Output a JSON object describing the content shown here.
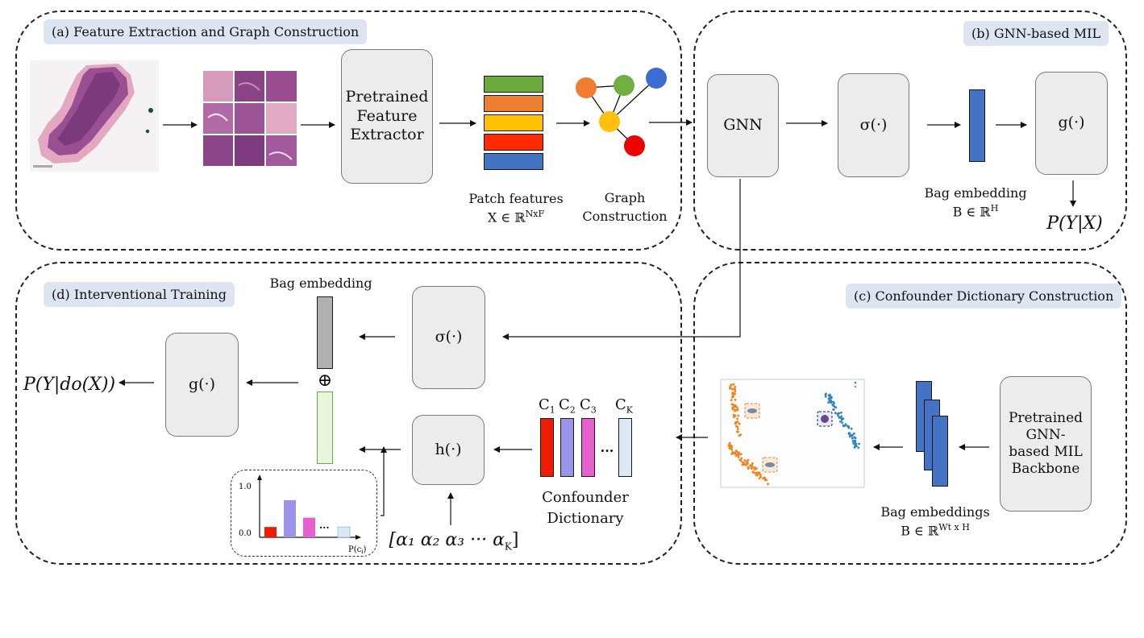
{
  "panels": {
    "a": {
      "title": "(a) Feature Extraction and Graph Construction"
    },
    "b": {
      "title": "(b) GNN-based MIL"
    },
    "c": {
      "title": "(c) Confounder Dictionary Construction"
    },
    "d": {
      "title": "(d) Interventional Training"
    }
  },
  "a": {
    "extractor_line1": "Pretrained",
    "extractor_line2": "Feature",
    "extractor_line3": "Extractor",
    "patch_features": "Patch features",
    "patch_math": "X ∈ ℝ",
    "patch_sup": "NxF",
    "graph_line1": "Graph",
    "graph_line2": "Construction"
  },
  "b": {
    "gnn": "GNN",
    "sigma": "σ(·)",
    "g": "g(·)",
    "bag_label": "Bag embedding",
    "bag_math": "B ∈ ℝ",
    "bag_sup": "H",
    "output": "P(Y|X)"
  },
  "c": {
    "backbone_line1": "Pretrained",
    "backbone_line2": "GNN-",
    "backbone_line3": "based MIL",
    "backbone_line4": "Backbone",
    "bags_label": "Bag embeddings",
    "bags_math": "B ∈ ℝ",
    "bags_sup": "Wt x H"
  },
  "d": {
    "sigma": "σ(·)",
    "g": "g(·)",
    "h": "h(·)",
    "bag_label": "Bag embedding",
    "oplus": "⊕",
    "output": "P(Y|do(X))",
    "dict_line1": "Confounder",
    "dict_line2": "Dictionary",
    "c1": "C",
    "c1_sub": "1",
    "c2": "C",
    "c2_sub": "2",
    "c3": "C",
    "c3_sub": "3",
    "ck": "C",
    "ck_sub": "K",
    "dots": "···",
    "alpha": "[α₁ α₂ α₃ ··· α",
    "alpha_sub": "K",
    "alpha_end": "]",
    "y_top": "1.0",
    "y_bottom": "0.0",
    "x_label": "P(c",
    "x_label_sub": "i",
    "x_label_end": ")"
  },
  "prob_chart": {
    "type": "bar",
    "values": [
      0.2,
      0.72,
      0.38,
      0.2
    ],
    "colors": [
      "#ee1c00",
      "#9b93e8",
      "#e85fcf",
      "#dbe8f7"
    ],
    "ylim": [
      0,
      1
    ]
  },
  "colors": {
    "green": "#6aab3c",
    "orange": "#ef7f30",
    "yellow": "#ffc000",
    "red": "#ff2000",
    "blue": "#4472c4",
    "gray": "#b0b0b0",
    "lightgreen": "#e6f5dc",
    "node_orange": "#f07d30",
    "node_green": "#70b040",
    "node_blue": "#3a6cd2",
    "node_yellow": "#ffc010",
    "node_red": "#ee0000"
  }
}
